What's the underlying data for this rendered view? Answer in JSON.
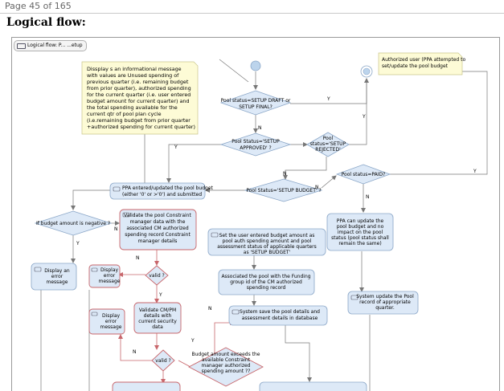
{
  "header": {
    "page_indicator": "Page 45 of 165"
  },
  "section_title": "Logical flow:",
  "diagram": {
    "tab_label": "Logical flow: P... ...etup",
    "notes": {
      "informational": [
        "Dissplay s an informational message",
        "with values are Unused spending of",
        "previous quarter (i.e. remaining budget",
        "from prior quarter), authorized spending",
        "for the current quarter (i.e. user entered",
        "budget amount for current quarter) and",
        "the total spending available for the",
        "current qtr of pool plan cycle",
        "(i.e.remaining budget from prior quarter",
        "+authorized spending for current quarter)"
      ],
      "authorized_user": [
        "Authorized user (PPA attempted to",
        "set/update the pool budget"
      ]
    },
    "decisions": {
      "setup_draft": [
        "Pool status=SETUP DRAFT or",
        "SETUP FINAL?"
      ],
      "setup_approved": [
        "Pool Status='SETUP",
        "APPROVED' ?"
      ],
      "setup_rejected": [
        "Pool",
        "status='SETUP",
        "REJECTED'"
      ],
      "setup_budget": [
        "Pool Status='SETUP BUDGET' ?"
      ],
      "paid": [
        "Pool status=PAID?"
      ],
      "budget_negative": [
        "If budget amount is negative ?"
      ],
      "valid1": [
        "valid ?"
      ],
      "valid2": [
        "valid ?"
      ],
      "exceeds": [
        "Budget amount exceeds the",
        "available Constraint",
        "manager authorized",
        "spending amount ??"
      ]
    },
    "activities": {
      "ppa_entered": [
        "PPA entered/updated the pool budget",
        "(either '0' or >'0') and submitted"
      ],
      "validate_constraint": [
        "Validate the pool Constraint",
        "manager data with the",
        "associated CM authorized",
        "spending record Constraint",
        "manager details"
      ],
      "set_user_budget": [
        "Set the user entered budget amount as",
        "pool auth spending amount and  pool",
        "assessment status of applicable  quarters",
        "as 'SETUP BUDGET'"
      ],
      "associated_pool": [
        "Associated the pool with the Funding",
        "group id of the CM authorized",
        "spending record"
      ],
      "system_save": [
        "System save the pool details and",
        "assessment details in database"
      ],
      "ppa_can_update": [
        "PPA can update the",
        "pool budget and no",
        "impact on the pool",
        "status (pool status shall",
        "remain the same)"
      ],
      "system_update": [
        "System update the Pool",
        "record of appropriate",
        "quarter."
      ],
      "display_error_1": [
        "Display an",
        "error",
        "message"
      ],
      "display_error_2": [
        "Display",
        "error",
        "message"
      ],
      "display_error_3": [
        "Display",
        "error",
        "message"
      ],
      "validate_cmpm": [
        "Validate CM/PM",
        "details with",
        "current security",
        "data"
      ]
    },
    "edge_labels": {
      "y_note": "Y",
      "y_top": "Y",
      "n_draft": "N",
      "y_approved": "Y",
      "n_rejected": "N",
      "n_budget": "N",
      "n_paid": "N",
      "y_paid": "Y",
      "y_negative": "Y",
      "n_negative": "N",
      "n_valid1": "N",
      "y_valid1": "Y",
      "n_valid2": "N",
      "n_exceeds": "N",
      "y_side": "Y"
    }
  }
}
